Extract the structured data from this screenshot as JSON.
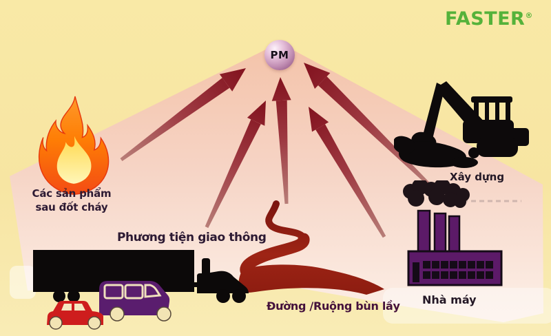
{
  "brand": {
    "name": "FASTER",
    "registered_mark": "®",
    "color": "#55b23a"
  },
  "diagram": {
    "pm_label": "PM",
    "sources": [
      {
        "id": "combustion-products",
        "label_line1": "Các sản phẩm",
        "label_line2": "sau đốt cháy",
        "icon": "fire-icon"
      },
      {
        "id": "traffic",
        "label": "Phương tiện giao thông",
        "icon": "truck-van-car-icons"
      },
      {
        "id": "muddy-road",
        "label": "Đường /Ruộng bùn lầy",
        "icon": "winding-road-icon"
      },
      {
        "id": "construction",
        "label": "Xây dựng",
        "icon": "excavator-icon"
      },
      {
        "id": "factory",
        "label": "Nhà máy",
        "icon": "factory-icon"
      }
    ],
    "arrows_to_pm": 5,
    "colors": {
      "background_yellow": "#f8e7a5",
      "fan_pink_top": "#f4c3a9",
      "fan_pink_bottom": "#fbeae1",
      "arrow_dark": "#82121e",
      "arrow_light": "#b87e78",
      "pm_sphere": "#c08cb2",
      "road_red": "#8c1c10",
      "truck_black": "#0c0909",
      "van_purple": "#5a1d6e",
      "car_red": "#ce1d1d",
      "factory_purple": "#5c1a68",
      "flame_orange": "#ff7a00",
      "label_text": "#2d1a33",
      "brand_green": "#55b23a"
    }
  }
}
